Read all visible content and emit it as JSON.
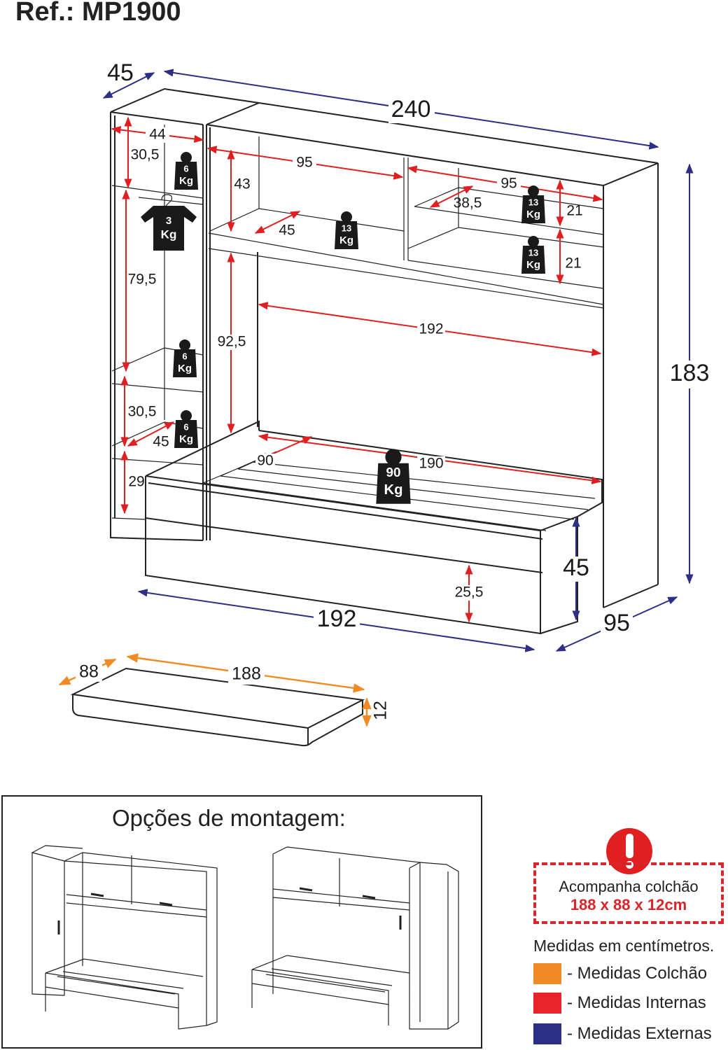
{
  "header": {
    "ref": "Ref.: MP1900"
  },
  "dimensions": {
    "external": [
      "45",
      "240",
      "183",
      "45",
      "95",
      "192"
    ],
    "internal": [
      "44",
      "30,5",
      "95",
      "43",
      "45",
      "95",
      "38,5",
      "21",
      "21",
      "79,5",
      "92,5",
      "192",
      "30,5",
      "45",
      "29",
      "90",
      "190",
      "25,5"
    ],
    "mattress": [
      "88",
      "188",
      "12"
    ]
  },
  "weights": [
    {
      "value": "6",
      "unit": "Kg"
    },
    {
      "value": "3",
      "unit": "Kg"
    },
    {
      "value": "13",
      "unit": "Kg"
    },
    {
      "value": "13",
      "unit": "Kg"
    },
    {
      "value": "13",
      "unit": "Kg"
    },
    {
      "value": "6",
      "unit": "Kg"
    },
    {
      "value": "6",
      "unit": "Kg"
    },
    {
      "value": "90",
      "unit": "Kg"
    }
  ],
  "options": {
    "title": "Opções de montagem:"
  },
  "notice": {
    "line1": "Acompanha colchão",
    "line2": "188 x 88 x 12cm"
  },
  "legend": {
    "units": "Medidas em centímetros.",
    "items": [
      {
        "label": "- Medidas Colchão",
        "color": "#f08a24"
      },
      {
        "label": "- Medidas Internas",
        "color": "#e8232a"
      },
      {
        "label": "- Medidas Externas",
        "color": "#2b2f86"
      }
    ]
  },
  "colors": {
    "external": "#2b2f86",
    "internal": "#e02020",
    "mattress": "#f08a24"
  }
}
